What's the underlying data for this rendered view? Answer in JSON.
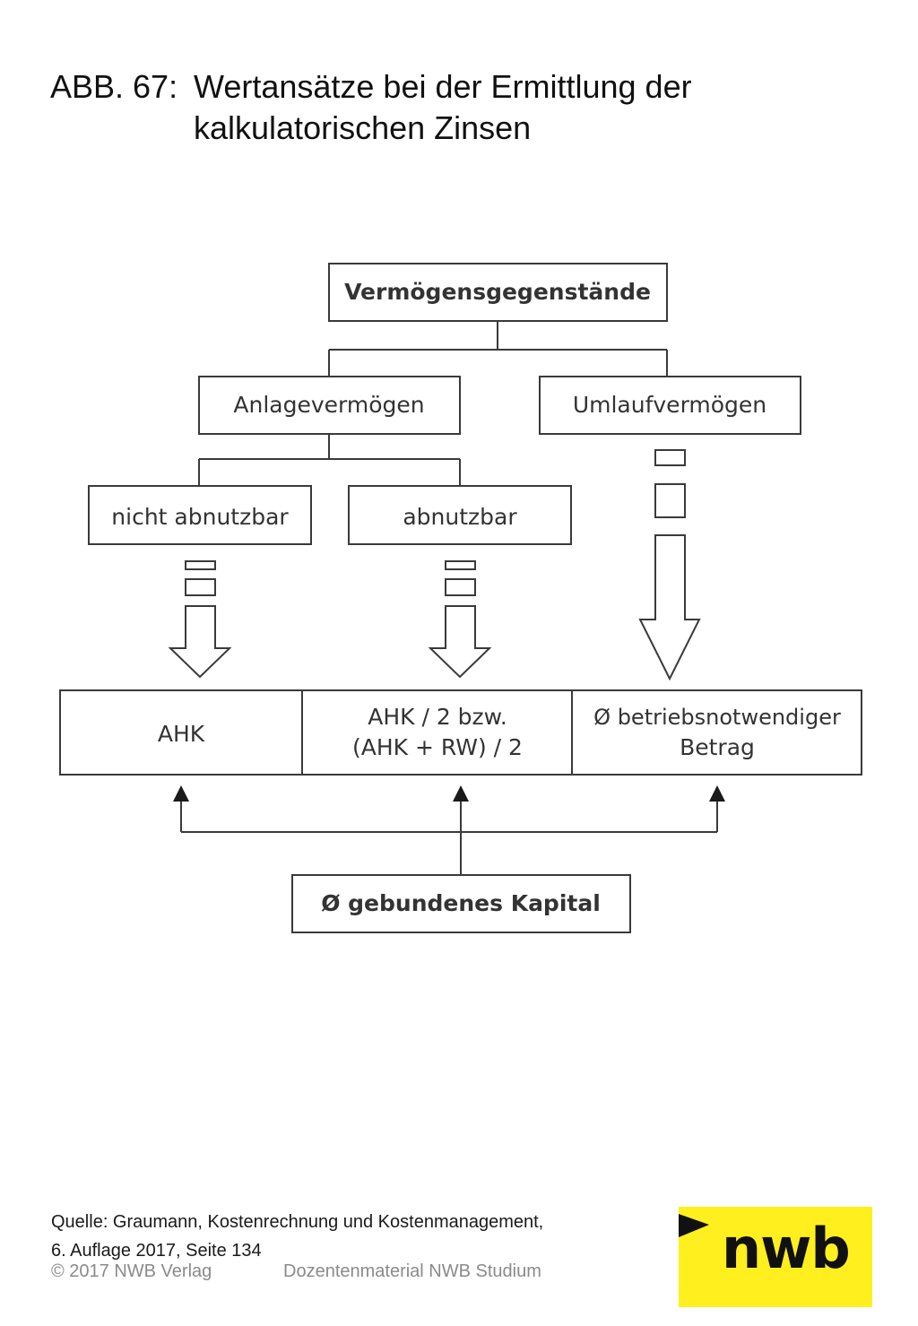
{
  "title": {
    "prefix": "ABB. 67:",
    "line1": "Wertansätze bei der Ermittlung der",
    "line2": "kalkulatorischen Zinsen"
  },
  "diagram": {
    "root": "Vermögensgegenstände",
    "anlage": "Anlagevermögen",
    "umlauf": "Umlaufvermögen",
    "nicht_abnutzbar": "nicht abnutzbar",
    "abnutzbar": "abnutzbar",
    "cell_ahk": "AHK",
    "cell_ahk2_line1": "AHK / 2 bzw.",
    "cell_ahk2_line2": "(AHK + RW) / 2",
    "cell_betrag_line1": "Ø betriebsnotwendiger",
    "cell_betrag_line2": "Betrag",
    "kapital": "Ø gebundenes Kapital"
  },
  "source": {
    "line1": "Quelle: Graumann, Kostenrechnung und Kostenmanagement,",
    "line2": "6. Auflage 2017, Seite 134"
  },
  "footer": {
    "copyright": "© 2017 NWB Verlag",
    "material": "Dozentenmaterial NWB Studium"
  },
  "logo": {
    "text": "nwb",
    "background": "#ffef1f"
  }
}
